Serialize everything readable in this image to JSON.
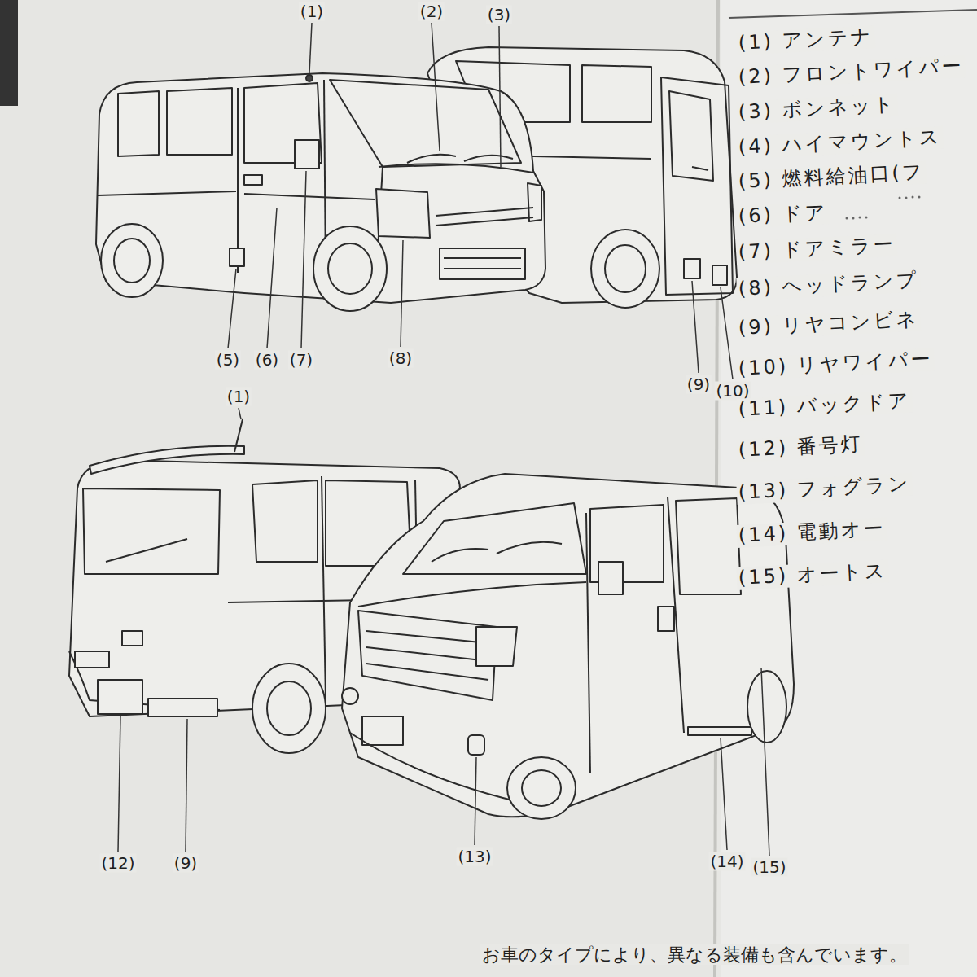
{
  "diagram": {
    "labels": [
      "(1)",
      "(2)",
      "(3)",
      "(5)",
      "(6)",
      "(7)",
      "(8)",
      "(9)",
      "(10)",
      "(1)",
      "(12)",
      "(9)",
      "(13)",
      "(14)",
      "(15)",
      "(1) アンテナ",
      "(2) フロントワイパー",
      "(3) ボンネット",
      "(4) ハイマウントス",
      "(5) 燃料給油口(フ",
      "(6) ドア",
      "(7) ドアミラー",
      "(8) ヘッドランプ",
      "(9) リヤコンビネ",
      "(10) リヤワイパー",
      "(11) バックドア",
      "(12) 番号灯",
      "(13) フォグラン",
      "(14) 電動オー",
      "(15) オートス",
      "お車のタイプにより、異なる装備も含んでいます。"
    ]
  }
}
